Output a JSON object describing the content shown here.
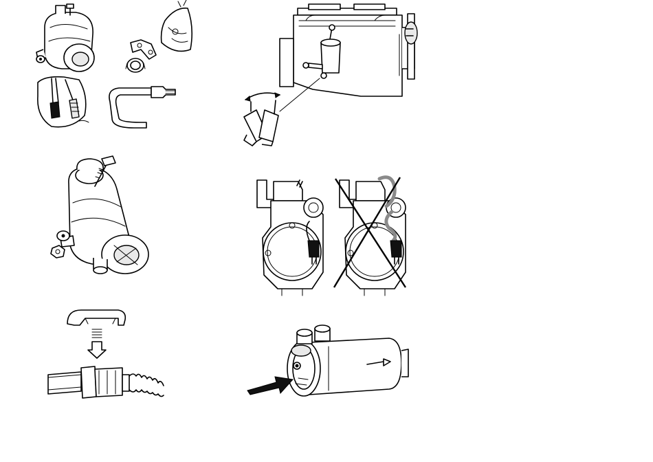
{
  "page": {
    "background": "#ffffff",
    "line_color": "#000000",
    "panels": [
      {
        "id": "kit-contents",
        "icons": [
          "heater-unit-icon",
          "bolt-icon",
          "washer-icon",
          "bracket-icon",
          "hose-clamp-icon",
          "parts-bag-icon",
          "power-cord-icon",
          "coolant-hose-icon"
        ]
      },
      {
        "id": "engine-mounting-angle",
        "icons": [
          "engine-block-icon",
          "heater-mounted-icon",
          "tilt-angle-icon"
        ]
      },
      {
        "id": "heater-with-bolt",
        "icons": [
          "heater-unit-icon",
          "bolt-icon",
          "washer-icon",
          "nut-icon"
        ]
      },
      {
        "id": "hose-routing-correct-incorrect",
        "icons": [
          "engine-front-view-icon",
          "incorrect-cross-icon"
        ]
      },
      {
        "id": "clip-attach",
        "icons": [
          "clip-icon",
          "down-arrow-icon",
          "spring-connector-icon"
        ]
      },
      {
        "id": "heater-label-pointer",
        "icons": [
          "heater-side-view-icon",
          "pointer-arrow-icon"
        ]
      }
    ]
  }
}
